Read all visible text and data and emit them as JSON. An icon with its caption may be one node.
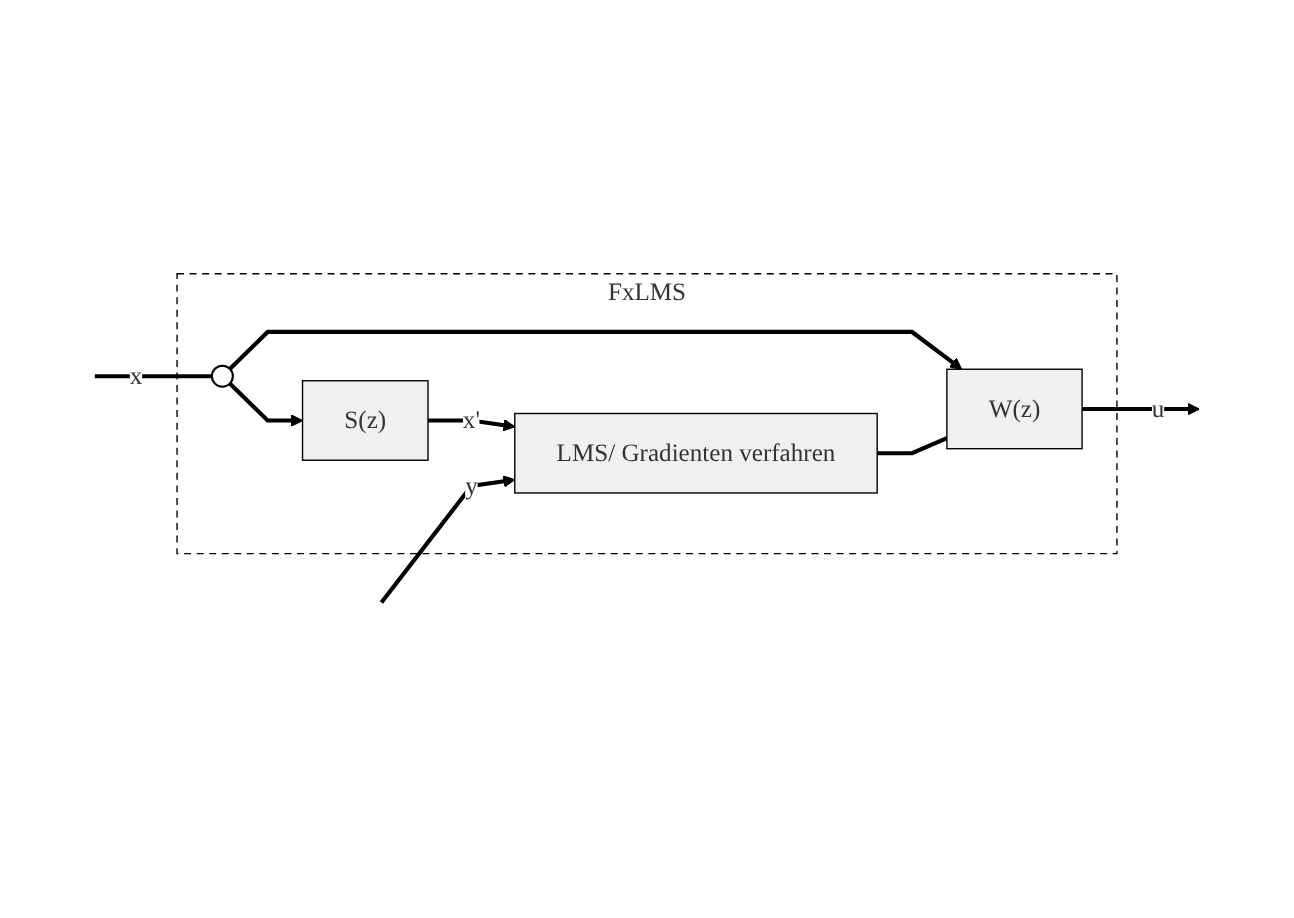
{
  "diagram": {
    "nodes": [
      {
        "text": [
          "FxLMS"
        ]
      },
      {
        "text": [],
        "shape": "circle",
        "in": 0
      },
      {
        "text": [
          "W(z)"
        ],
        "in": 0
      },
      {
        "text": [
          "S(z)"
        ],
        "in": 0
      },
      {
        "text": [
          "LMS/ Gradienten verfahren"
        ],
        "in": 0
      }
    ],
    "edges": [
      {
        "from": null,
        "to": 1,
        "arrow": "none",
        "label": "x"
      },
      {
        "from": 1,
        "to": 2,
        "arrow": "to"
      },
      {
        "from": 1,
        "to": 3,
        "arrow": "to"
      },
      {
        "from": 2,
        "to": null,
        "arrow": "to",
        "label": "u"
      },
      {
        "from": 3,
        "to": 4,
        "arrow": "to",
        "label": "x'"
      },
      {
        "from": null,
        "to": 4,
        "arrow": "to",
        "label": "y"
      },
      {
        "from": 4,
        "to": 2,
        "arrow": "none"
      }
    ]
  }
}
